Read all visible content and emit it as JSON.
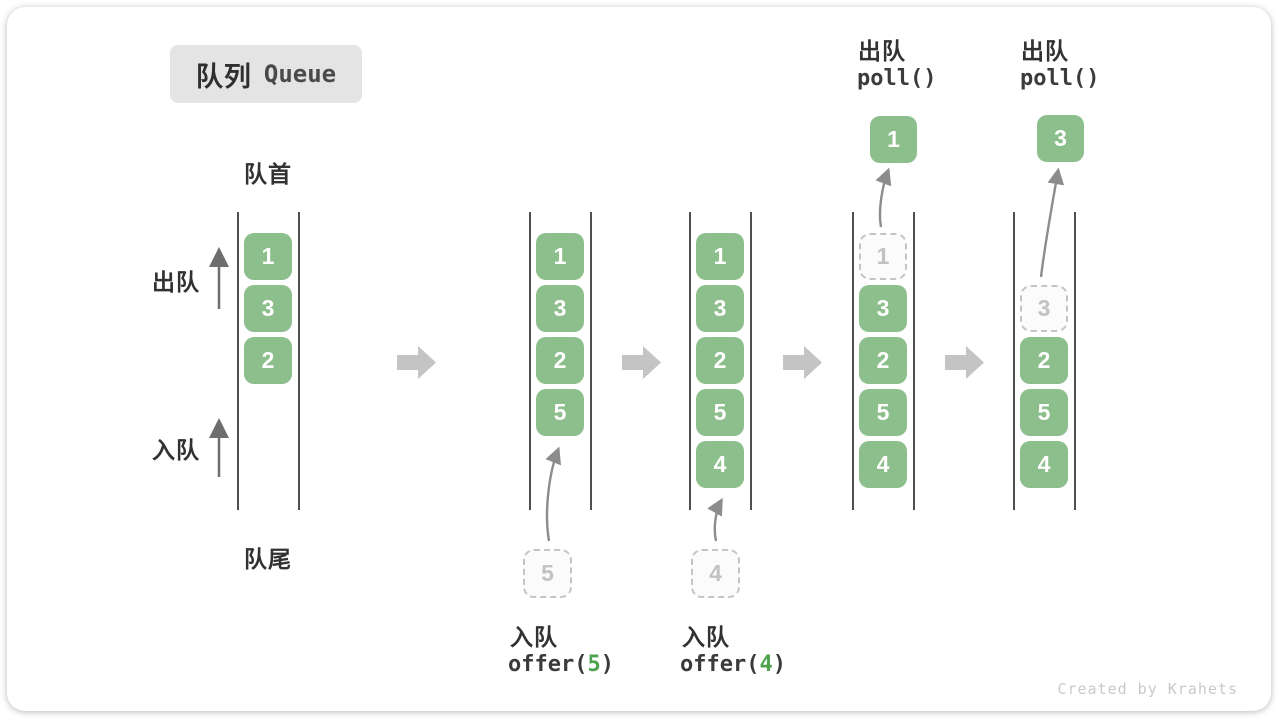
{
  "title_badge": {
    "zh": "队列",
    "en": "Queue"
  },
  "side_labels": {
    "front": "队首",
    "rear": "队尾",
    "dequeue": "出队",
    "enqueue": "入队"
  },
  "operations": {
    "enqueue5": {
      "zh": "入队",
      "code_pre": "offer(",
      "arg": "5",
      "code_post": ")"
    },
    "enqueue4": {
      "zh": "入队",
      "code_pre": "offer(",
      "arg": "4",
      "code_post": ")"
    },
    "poll1": {
      "zh": "出队",
      "code": "poll()"
    },
    "poll2": {
      "zh": "出队",
      "code": "poll()"
    }
  },
  "states": [
    {
      "cells": [
        {
          "v": "1"
        },
        {
          "v": "3"
        },
        {
          "v": "2"
        }
      ]
    },
    {
      "cells": [
        {
          "v": "1"
        },
        {
          "v": "3"
        },
        {
          "v": "2"
        },
        {
          "v": "5"
        }
      ],
      "incoming": "5"
    },
    {
      "cells": [
        {
          "v": "1"
        },
        {
          "v": "3"
        },
        {
          "v": "2"
        },
        {
          "v": "5"
        },
        {
          "v": "4"
        }
      ],
      "incoming": "4"
    },
    {
      "cells": [
        {
          "v": "1"
        },
        {
          "v": "3"
        },
        {
          "v": "2"
        },
        {
          "v": "5"
        },
        {
          "v": "4"
        }
      ],
      "outgoing": "1"
    },
    {
      "cells": [
        {
          "v": "3"
        },
        {
          "v": "2"
        },
        {
          "v": "5"
        },
        {
          "v": "4"
        }
      ],
      "outgoing": "3"
    }
  ],
  "watermark": "Created by Krahets",
  "colors": {
    "cell_green": "#8dbf8d",
    "code_arg_green": "#4ea14e",
    "dashed_gray": "#c4c4c4",
    "step_arrow_gray": "#c4c4c4",
    "curve_arrow_gray": "#8c8c8c",
    "side_arrow_dark": "#6e6e6e",
    "badge_bg": "#e4e4e4"
  }
}
